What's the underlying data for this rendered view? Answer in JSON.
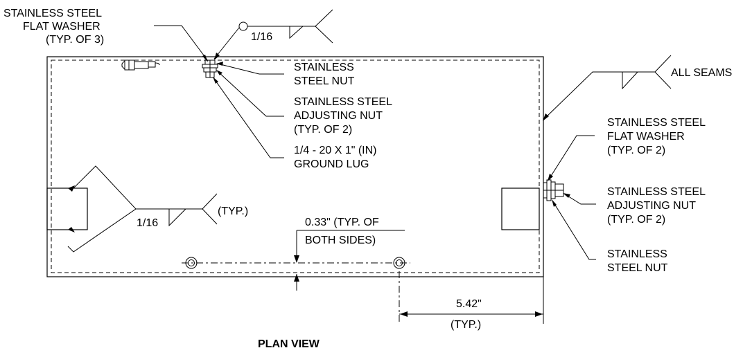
{
  "title": "PLAN VIEW",
  "labels": {
    "washer_top_1": "STAINLESS STEEL",
    "washer_top_2": "FLAT WASHER",
    "washer_top_3": "(TYP. OF 3)",
    "weld_top": "1/16",
    "nut_top_1": "STAINLESS",
    "nut_top_2": "STEEL NUT",
    "adj_nut_top_1": "STAINLESS STEEL",
    "adj_nut_top_2": "ADJUSTING  NUT",
    "adj_nut_top_3": "(TYP. OF 2)",
    "lug_1": "1/4 - 20 X 1\" (IN)",
    "lug_2": "GROUND LUG",
    "all_seams": "ALL SEAMS",
    "washer_right_1": "STAINLESS STEEL",
    "washer_right_2": "FLAT WASHER",
    "washer_right_3": "(TYP. OF 2)",
    "adj_nut_right_1": "STAINLESS STEEL",
    "adj_nut_right_2": "ADJUSTING  NUT",
    "adj_nut_right_3": "(TYP. OF 2)",
    "nut_right_1": "STAINLESS",
    "nut_right_2": "STEEL NUT",
    "weld_left": "1/16",
    "weld_left_typ": "(TYP.)",
    "dim_033_1": "0.33\" (TYP. OF",
    "dim_033_2": "BOTH SIDES)",
    "dim_542": "5.42\"",
    "dim_542_typ": "(TYP.)"
  }
}
